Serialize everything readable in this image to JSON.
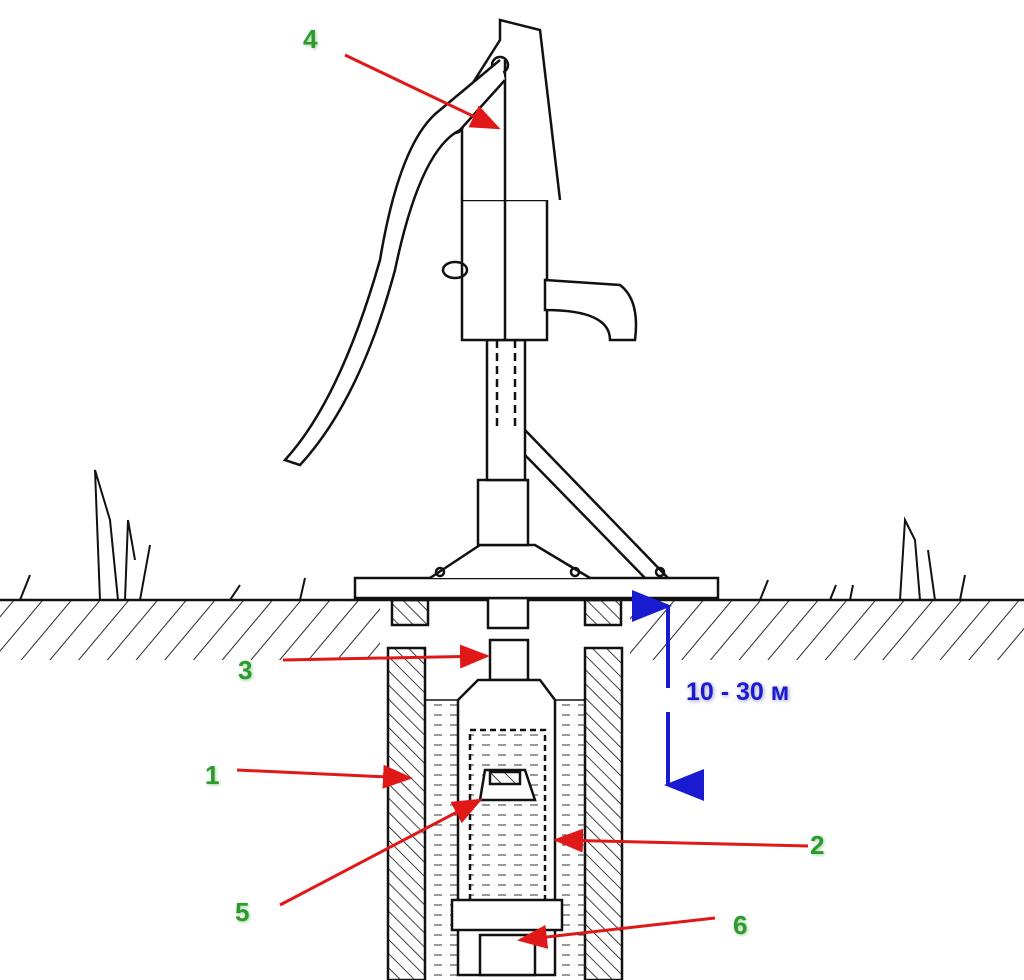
{
  "title": "Hand pump well diagram",
  "labels": {
    "l1": "1",
    "l2": "2",
    "l3": "3",
    "l4": "4",
    "l5": "5",
    "l6": "6"
  },
  "depth_label": "10 - 30 м",
  "colors": {
    "label": "#2e9a2e",
    "arrow": "#e01818",
    "dimension": "#1a1ad0",
    "line": "#111111"
  }
}
